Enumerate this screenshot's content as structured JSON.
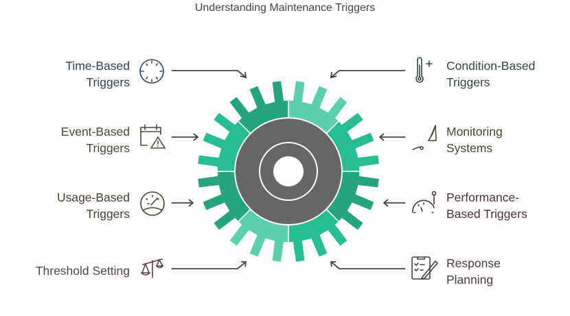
{
  "title": "Understanding Maintenance Triggers",
  "left_items": [
    {
      "label_1": "Time-Based",
      "label_2": "Triggers",
      "icon": "clock-icon",
      "color": "#2f4450"
    },
    {
      "label_1": "Event-Based",
      "label_2": "Triggers",
      "icon": "calendar-warning-icon",
      "color": "#4a4a38"
    },
    {
      "label_1": "Usage-Based",
      "label_2": "Triggers",
      "icon": "gauge-icon",
      "color": "#4a3f33"
    },
    {
      "label_1": "Threshold Setting",
      "label_2": "",
      "icon": "scale-icon",
      "color": "#5a3d4d"
    }
  ],
  "right_items": [
    {
      "label_1": "Condition-Based",
      "label_2": "Triggers",
      "icon": "thermometer-icon",
      "color": "#34483d"
    },
    {
      "label_1": "Monitoring",
      "label_2": "Systems",
      "icon": "monitor-arm-icon",
      "color": "#48472f"
    },
    {
      "label_1": "Performance-",
      "label_2": "Based Triggers",
      "icon": "performance-gauge-icon",
      "color": "#4a3535"
    },
    {
      "label_1": "Response",
      "label_2": "Planning",
      "icon": "clipboard-pencil-icon",
      "color": "#4a3a4c"
    }
  ],
  "gear_colors": [
    "#5ccfae",
    "#27bd92",
    "#26a47f",
    "#27bd92",
    "#5ccfae",
    "#26a47f",
    "#27bd92",
    "#26a47f"
  ],
  "hub_color": "#666666",
  "arrow_color": "#444444"
}
